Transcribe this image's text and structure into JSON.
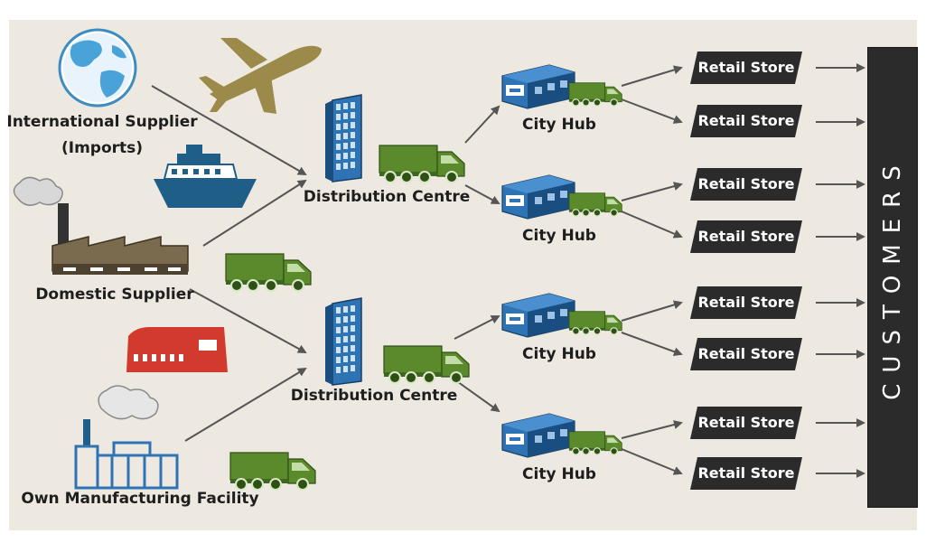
{
  "sources": {
    "international": {
      "line1": "International Supplier",
      "line2": "(Imports)"
    },
    "domestic": {
      "label": "Domestic Supplier"
    },
    "own": {
      "label": "Own Manufacturing Facility"
    }
  },
  "distribution": [
    "Distribution Centre",
    "Distribution Centre"
  ],
  "hubs": [
    "City Hub",
    "City Hub",
    "City Hub",
    "City Hub"
  ],
  "stores": [
    "Retail Store",
    "Retail Store",
    "Retail Store",
    "Retail Store",
    "Retail Store",
    "Retail Store",
    "Retail Store",
    "Retail Store"
  ],
  "customers": {
    "label": "CUSTOMERS"
  },
  "colors": {
    "background": "#ede9e0",
    "truck_green": "#5a8a2b",
    "plane_gold": "#9c8a4a",
    "ship_blue": "#1f5e87",
    "train_red": "#d23a2e",
    "building_blue": "#2e74b5",
    "store_dark": "#333333",
    "customers_bar": "#2b2b2b"
  },
  "icons": [
    "globe-icon",
    "airplane-icon",
    "ship-icon",
    "factory-icon",
    "truck-icon",
    "train-icon",
    "manufacturing-plant-icon",
    "office-tower-icon",
    "warehouse-icon",
    "retail-store-tag",
    "arrow-icon"
  ]
}
